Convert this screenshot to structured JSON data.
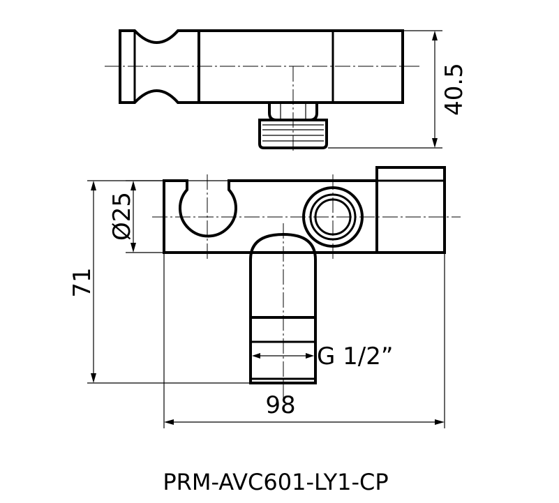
{
  "dimensions": {
    "height_top": "40.5",
    "diameter": "Ø25",
    "height_total": "71",
    "width": "98",
    "thread": "G 1/2”"
  },
  "model_number": "PRM-AVC601-LY1-CP"
}
